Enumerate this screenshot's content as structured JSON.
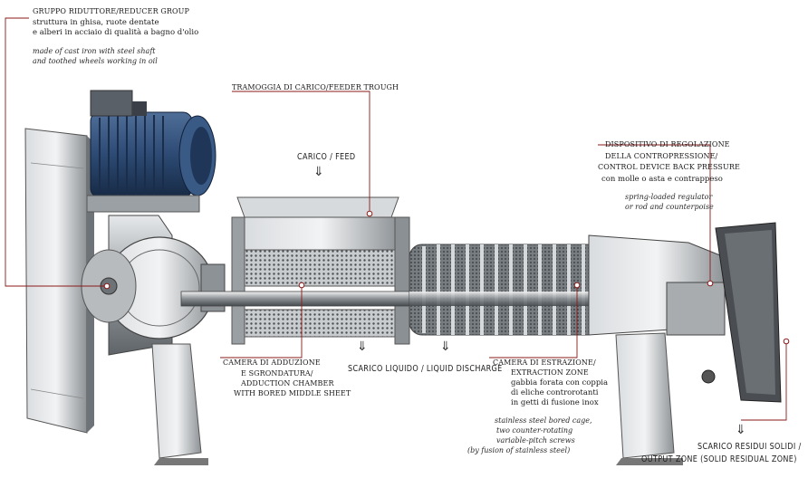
{
  "labels": {
    "reducer": {
      "title": "GRUPPO RIDUTTORE/REDUCER GROUP",
      "it_lines": [
        "struttura in ghisa, ruote dentate",
        "e alberi in acciaio di qualità a bagno d'olio"
      ],
      "en_lines": [
        "made of cast iron with steel shaft",
        "and toothed wheels working in oil"
      ]
    },
    "feeder": {
      "title": "TRAMOGGIA DI CARICO/FEEDER TROUGH"
    },
    "feed": {
      "title": "CARICO / FEED"
    },
    "control": {
      "title_lines": [
        "DISPOSITIVO DI REGOLAZIONE",
        "DELLA CONTROPRESSIONE/",
        "CONTROL DEVICE BACK PRESSURE"
      ],
      "it_line": "con molle o asta e contrappeso",
      "en_lines": [
        "spring-loaded regulator",
        "or rod and counterpoise"
      ]
    },
    "adduction": {
      "lines": [
        "CAMERA DI ADDUZIONE",
        "E SGRONDATURA/",
        "ADDUCTION CHAMBER",
        "WITH BORED MIDDLE SHEET"
      ]
    },
    "liquid": {
      "title": "SCARICO LIQUIDO / LIQUID DISCHARGE"
    },
    "extraction": {
      "title_lines": [
        "CAMERA DI ESTRAZIONE/",
        "EXTRACTION ZONE"
      ],
      "it_lines": [
        "gabbia forata con coppia",
        "di eliche controrotanti",
        "in getti di fusione inox"
      ],
      "en_lines": [
        "stainless steel bored cage,",
        "two counter-rotating",
        "variable-pitch screws",
        "(by fusion of stainless steel)"
      ]
    },
    "output": {
      "lines": [
        "SCARICO RESIDUI SOLIDI /",
        "OUTPUT ZONE (SOLID RESIDUAL ZONE)"
      ]
    }
  },
  "colors": {
    "leader": "#8b1a1a",
    "motor": "#2d4a73",
    "steel": "#a9adb0"
  }
}
